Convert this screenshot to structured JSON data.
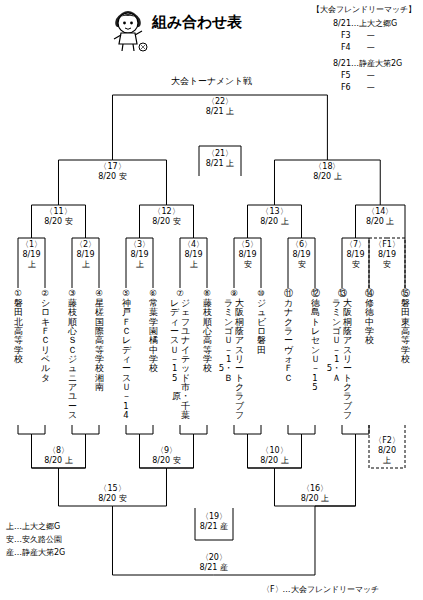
{
  "diagram": {
    "title": "組み合わせ表",
    "nodes": [
      {
        "text": [
          "〈22〉",
          "8/21 上"
        ]
      },
      {
        "text": [
          "〈21〉",
          "8/21 上"
        ]
      },
      {
        "text": [
          "〈17〉",
          "8/20 安"
        ]
      },
      {
        "text": [
          "〈18〉",
          "8/20 上"
        ]
      },
      {
        "text": [
          "〈11〉",
          "8/20 安"
        ]
      },
      {
        "text": [
          "〈12〉",
          "8/20 安"
        ]
      },
      {
        "text": [
          "〈13〉",
          "8/20 上"
        ]
      },
      {
        "text": [
          "〈14〉",
          "8/20 上"
        ]
      },
      {
        "text": [
          "〈1〉",
          "8/19 上"
        ]
      },
      {
        "text": [
          "〈2〉",
          "8/19 上"
        ]
      },
      {
        "text": [
          "〈3〉",
          "8/19 上"
        ]
      },
      {
        "text": [
          "〈4〉",
          "8/19 上"
        ]
      },
      {
        "text": [
          "〈5〉",
          "8/19 安"
        ]
      },
      {
        "text": [
          "〈6〉",
          "8/19 安"
        ]
      },
      {
        "text": [
          "〈7〉",
          "8/19 安"
        ]
      },
      {
        "text": [
          "〈F1〉",
          "8/19 安"
        ]
      },
      {
        "text": [
          "①",
          "磐田北高等学校"
        ]
      },
      {
        "text": [
          "②",
          "シロキＦＣリベルタ"
        ]
      },
      {
        "text": [
          "③",
          "藤枝順心ＳＣジュニアユース"
        ]
      },
      {
        "text": [
          "④",
          "星槎国際高等学校湘南"
        ]
      },
      {
        "text": [
          "⑤",
          "神戸ＦＣレディースＵ－14"
        ]
      },
      {
        "text": [
          "⑥",
          "常葉学園橘中学校"
        ]
      },
      {
        "text": [
          "⑦",
          "ジェフユナイテッド市原・千葉レディースＵ－15"
        ]
      },
      {
        "text": [
          "⑧",
          "藤枝順心高等学校"
        ]
      },
      {
        "text": [
          "⑨",
          "大阪桐蔭アスリートクラブフラミンゴＵ－15・Ｂ"
        ]
      },
      {
        "text": [
          "⑩",
          "ジュビロ磐田"
        ]
      },
      {
        "text": [
          "⑪",
          "カナクラーヴォＦＣ"
        ]
      },
      {
        "text": [
          "⑫",
          "徳島トレセンＵ－15"
        ]
      },
      {
        "text": [
          "⑬",
          "大阪桐蔭アスリートクラブフラミンゴＵ－15・Ａ"
        ]
      },
      {
        "text": [
          "⑭",
          "修徳中学校"
        ]
      },
      {
        "text": [
          "⑮",
          "磐田東高等学校"
        ]
      },
      {
        "text": [
          "〈8〉",
          "8/20 上"
        ]
      },
      {
        "text": [
          "〈9〉",
          "8/20 安"
        ]
      },
      {
        "text": [
          "〈10〉",
          "8/20 上"
        ]
      },
      {
        "text": [
          "〈F2〉",
          "8/20 上"
        ]
      },
      {
        "text": [
          "〈15〉",
          "8/20 安"
        ]
      },
      {
        "text": [
          "〈16〉",
          "8/20 上"
        ]
      },
      {
        "text": [
          "〈19〉",
          "8/21 産"
        ]
      },
      {
        "text": [
          "〈20〉",
          "8/21 産"
        ]
      }
    ],
    "edges": [
      {
        "from": 16,
        "to": 8,
        "arrow": "none"
      },
      {
        "from": 17,
        "to": 8,
        "arrow": "none"
      },
      {
        "from": 18,
        "to": 9,
        "arrow": "none"
      },
      {
        "from": 19,
        "to": 9,
        "arrow": "none"
      },
      {
        "from": 20,
        "to": 10,
        "arrow": "none"
      },
      {
        "from": 21,
        "to": 10,
        "arrow": "none"
      },
      {
        "from": 22,
        "to": 11,
        "arrow": "none"
      },
      {
        "from": 23,
        "to": 11,
        "arrow": "none"
      },
      {
        "from": 24,
        "to": 12,
        "arrow": "none"
      },
      {
        "from": 25,
        "to": 12,
        "arrow": "none"
      },
      {
        "from": 26,
        "to": 13,
        "arrow": "none"
      },
      {
        "from": 27,
        "to": 13,
        "arrow": "none"
      },
      {
        "from": 28,
        "to": 14,
        "arrow": "none"
      },
      {
        "from": 29,
        "to": 14,
        "arrow": "none"
      },
      {
        "from": 29,
        "to": 15,
        "arrow": "none"
      },
      {
        "from": 30,
        "to": 15,
        "arrow": "none"
      },
      {
        "from": 8,
        "to": 4,
        "arrow": "none"
      },
      {
        "from": 9,
        "to": 4,
        "arrow": "none"
      },
      {
        "from": 10,
        "to": 5,
        "arrow": "none"
      },
      {
        "from": 11,
        "to": 5,
        "arrow": "none"
      },
      {
        "from": 12,
        "to": 6,
        "arrow": "none"
      },
      {
        "from": 13,
        "to": 6,
        "arrow": "none"
      },
      {
        "from": 14,
        "to": 7,
        "arrow": "none"
      },
      {
        "from": 30,
        "to": 7,
        "arrow": "none"
      },
      {
        "from": 4,
        "to": 2,
        "arrow": "none"
      },
      {
        "from": 5,
        "to": 2,
        "arrow": "none"
      },
      {
        "from": 6,
        "to": 3,
        "arrow": "none"
      },
      {
        "from": 7,
        "to": 3,
        "arrow": "none"
      },
      {
        "from": 2,
        "to": 0,
        "arrow": "none"
      },
      {
        "from": 3,
        "to": 0,
        "arrow": "none"
      },
      {
        "from": 16,
        "to": 31,
        "arrow": "none"
      },
      {
        "from": 17,
        "to": 31,
        "arrow": "none"
      },
      {
        "from": 18,
        "to": 31,
        "arrow": "none"
      },
      {
        "from": 19,
        "to": 31,
        "arrow": "none"
      },
      {
        "from": 20,
        "to": 32,
        "arrow": "none"
      },
      {
        "from": 21,
        "to": 32,
        "arrow": "none"
      },
      {
        "from": 22,
        "to": 32,
        "arrow": "none"
      },
      {
        "from": 23,
        "to": 32,
        "arrow": "none"
      },
      {
        "from": 24,
        "to": 33,
        "arrow": "none"
      },
      {
        "from": 25,
        "to": 33,
        "arrow": "none"
      },
      {
        "from": 26,
        "to": 33,
        "arrow": "none"
      },
      {
        "from": 27,
        "to": 33,
        "arrow": "none"
      },
      {
        "from": 28,
        "to": 36,
        "arrow": "none"
      },
      {
        "from": 29,
        "to": 36,
        "arrow": "none"
      },
      {
        "from": 29,
        "to": 34,
        "arrow": "none"
      },
      {
        "from": 30,
        "to": 34,
        "arrow": "none"
      },
      {
        "from": 31,
        "to": 35,
        "arrow": "none"
      },
      {
        "from": 32,
        "to": 35,
        "arrow": "none"
      },
      {
        "from": 33,
        "to": 36,
        "arrow": "none"
      },
      {
        "from": 35,
        "to": 38,
        "arrow": "none"
      },
      {
        "from": 36,
        "to": 38,
        "arrow": "none"
      }
    ],
    "labels": [
      "大会トーナメント戦",
      "【大会フレンドリーマッチ】",
      "8/21…上大之郷G",
      "F3　　—",
      "F4　　—",
      "8/21…静産大第2G",
      "F5　　—",
      "F6　　—",
      "上…上大之郷G",
      "安…安久路公園",
      "産…静産大第2G",
      "〈F〉…大会フレンドリーマッチ"
    ]
  }
}
